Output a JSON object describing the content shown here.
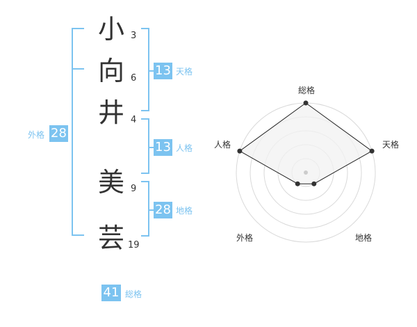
{
  "name": {
    "surname": [
      {
        "char": "小",
        "strokes": "3"
      },
      {
        "char": "向",
        "strokes": "6"
      },
      {
        "char": "井",
        "strokes": "4"
      }
    ],
    "given": [
      {
        "char": "美",
        "strokes": "9"
      },
      {
        "char": "芸",
        "strokes": "19"
      }
    ]
  },
  "fortunes": {
    "tenkaku": {
      "value": "13",
      "label": "天格"
    },
    "jinkaku": {
      "value": "13",
      "label": "人格"
    },
    "chikaku": {
      "value": "28",
      "label": "地格"
    },
    "gaikaku": {
      "value": "28",
      "label": "外格"
    },
    "soukaku": {
      "value": "41",
      "label": "総格"
    }
  },
  "radar": {
    "axes": [
      "総格",
      "天格",
      "地格",
      "外格",
      "人格"
    ],
    "levels": 5,
    "values": [
      5,
      5,
      1,
      1,
      5
    ],
    "max": 5
  },
  "colors": {
    "accent": "#7cc3f0",
    "text": "#333333",
    "ring": "#d9d9d9",
    "fill": "#f2f2f2"
  }
}
